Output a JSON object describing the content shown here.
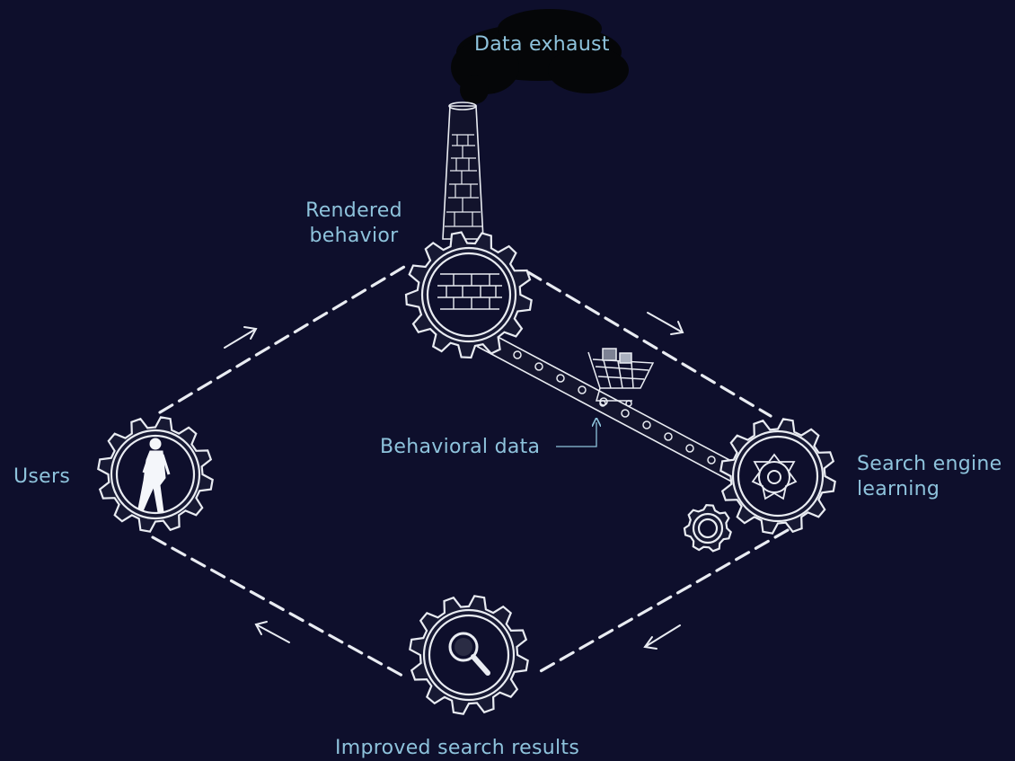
{
  "labels": {
    "data_exhaust": "Data exhaust",
    "rendered_behavior_line1": "Rendered",
    "rendered_behavior_line2": "behavior",
    "users": "Users",
    "behavioral_data": "Behavioral data",
    "search_engine_line1": "Search engine",
    "search_engine_line2": "learning",
    "improved_results": "Improved search results"
  },
  "icons": {
    "rendered_behavior_gear": "brick-wall-icon",
    "users_gear": "walking-person-icon",
    "search_engine_gear": "small-gear-icon",
    "improved_results_gear": "magnifier-icon",
    "conveyor_cart": "shopping-cart-icon"
  },
  "colors": {
    "background": "#0e0f2c",
    "label": "#8ec3dc",
    "chalk": "#e9ecf2"
  }
}
